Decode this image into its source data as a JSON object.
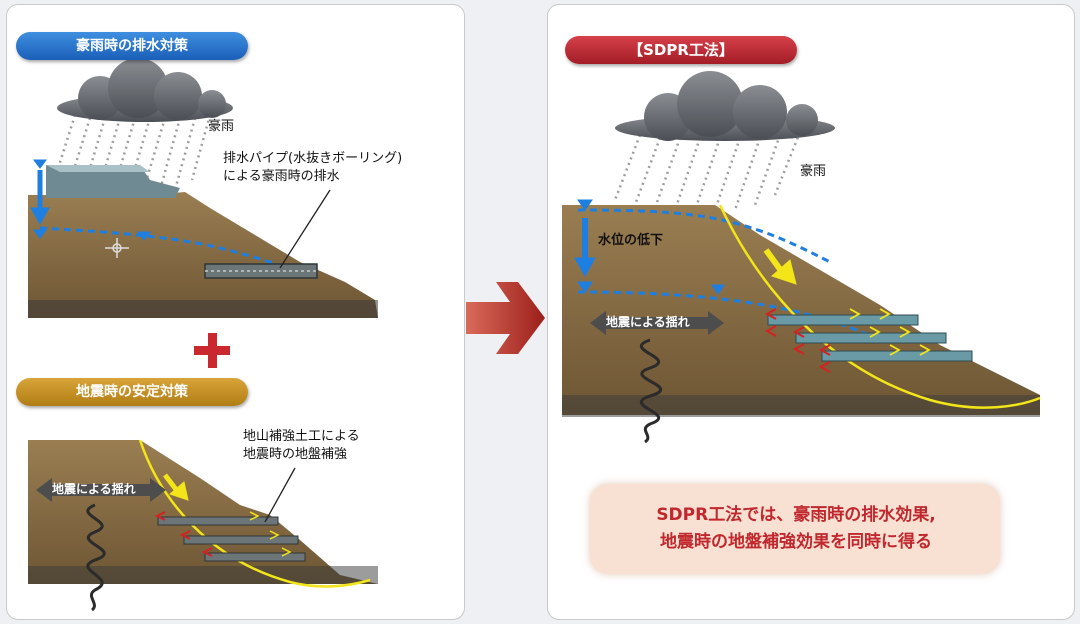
{
  "left_panel": {
    "rain_section": {
      "title": "豪雨時の排水対策",
      "rain_label": "豪雨",
      "pipe_label_line1": "排水パイプ(水抜きボーリング)",
      "pipe_label_line2": "による豪雨時の排水"
    },
    "plus_sign": "+",
    "quake_section": {
      "title": "地震時の安定対策",
      "shaking_label": "地震による揺れ",
      "reinforce_label_line1": "地山補強土工による",
      "reinforce_label_line2": "地震時の地盤補強"
    }
  },
  "right_panel": {
    "title": "【SDPR工法】",
    "rain_label": "豪雨",
    "water_drop_label": "水位の低下",
    "shaking_label": "地震による揺れ",
    "summary_line1": "SDPR工法では、豪雨時の排水効果,",
    "summary_line2": "地震時の地盤補強効果を同時に得る"
  },
  "colors": {
    "rain_pill": "#1a5fb8",
    "quake_pill": "#b07d14",
    "sdpr_pill": "#a31d26",
    "arrow": "#a52a2a",
    "soil": "#8a7048",
    "water_line": "#1e7fe0",
    "slip_line": "#f2e51a"
  }
}
